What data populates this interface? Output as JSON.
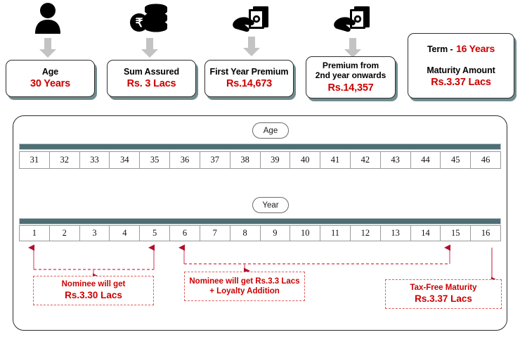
{
  "top_row": [
    {
      "icon": "person-icon",
      "label": "Age",
      "value": "30 Years",
      "inline": false
    },
    {
      "icon": "rupee-coins-icon",
      "label": "Sum Assured",
      "value": "Rs. 3 Lacs",
      "inline": false
    },
    {
      "icon": "hand-cash-icon",
      "label": "First Year Premium",
      "value": "Rs.14,673",
      "inline": false
    },
    {
      "icon": "hand-cash-icon",
      "label": "Premium from",
      "label2": "2nd year onwards",
      "value": "Rs.14,357",
      "inline": false
    }
  ],
  "summary_card": {
    "term_label": "Term  -",
    "term_value": "16 Years",
    "maturity_label": "Maturity Amount",
    "maturity_value": "Rs.3.37 Lacs"
  },
  "timeline": {
    "age_pill": "Age",
    "year_pill": "Year",
    "ages": [
      "31",
      "32",
      "33",
      "34",
      "35",
      "36",
      "37",
      "38",
      "39",
      "40",
      "41",
      "42",
      "43",
      "44",
      "45",
      "46"
    ],
    "years": [
      "1",
      "2",
      "3",
      "4",
      "5",
      "6",
      "7",
      "8",
      "9",
      "10",
      "11",
      "12",
      "13",
      "14",
      "15",
      "16"
    ],
    "marked_years": [
      "1",
      "5",
      "6",
      "16"
    ]
  },
  "callouts": [
    {
      "line1": "Nominee will get",
      "line2": "Rs.3.30 Lacs",
      "span_from_year": "1",
      "span_to_year": "5"
    },
    {
      "line1": "Nominee will get Rs.3.3 Lacs",
      "line2": "+ Loyalty Addition",
      "span_from_year": "6",
      "span_to_year": "15"
    },
    {
      "line1": "Tax-Free Maturity",
      "line2": "Rs.3.37 Lacs",
      "span_from_year": "16",
      "span_to_year": "16"
    }
  ],
  "colors": {
    "accent_red": "#cc0000",
    "teal_bar": "#4e6e73",
    "arrow_gray": "#c3c3c3",
    "dash_red": "#e05b5b"
  }
}
